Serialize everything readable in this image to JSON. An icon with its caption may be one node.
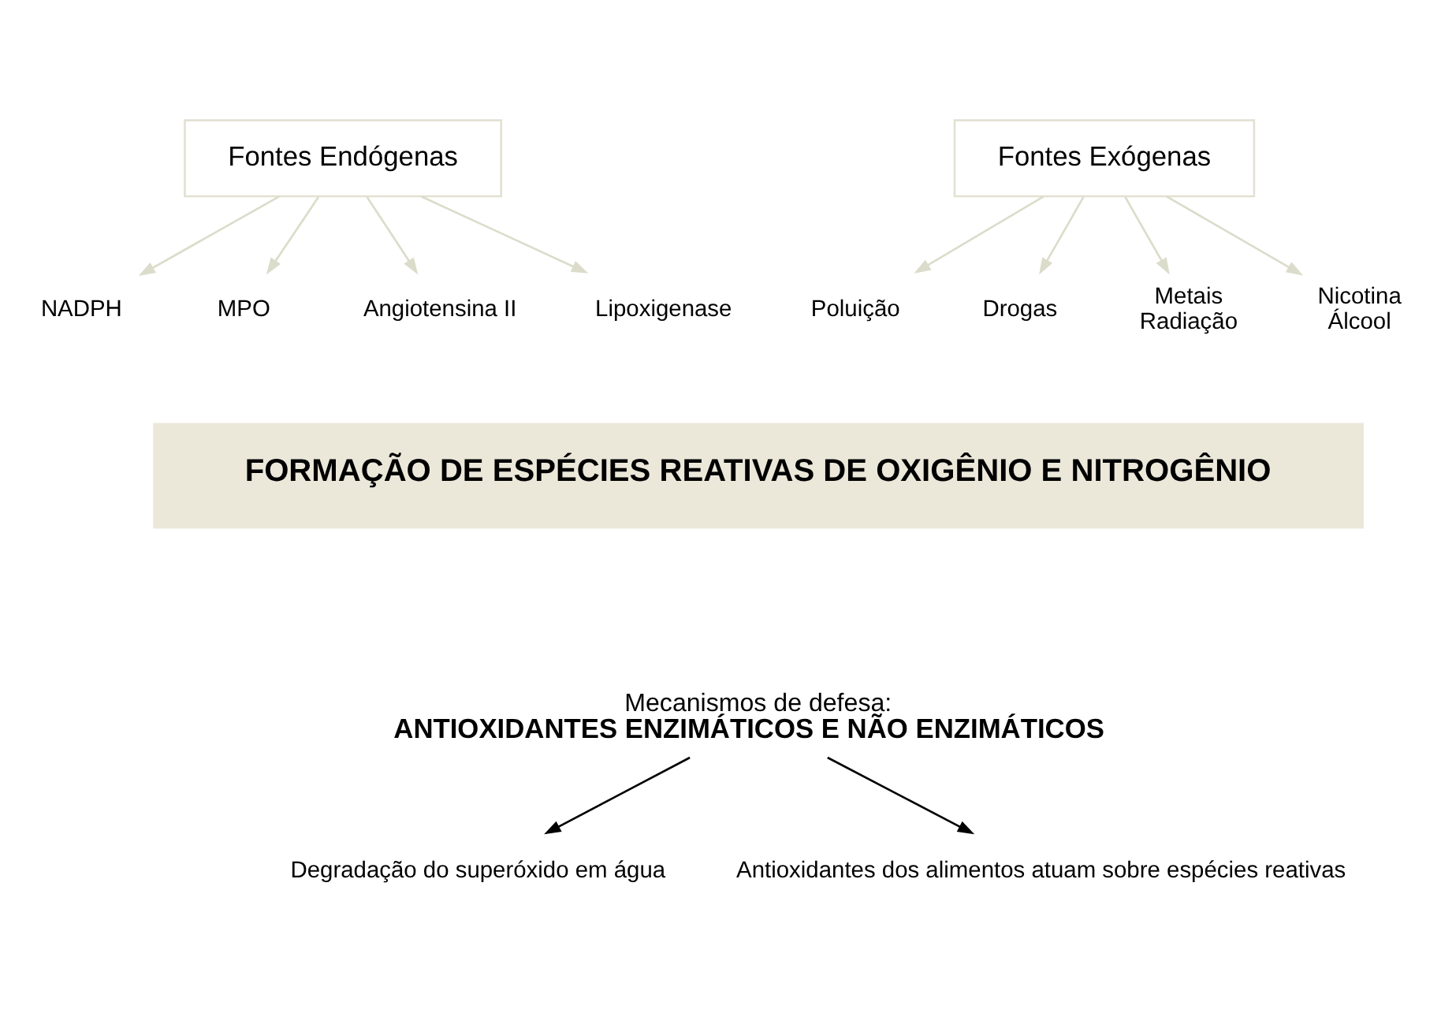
{
  "diagram": {
    "nodes": [
      {
        "text": [
          "Fontes Endógenas"
        ]
      },
      {
        "text": [
          "NADPH"
        ]
      },
      {
        "text": [
          "MPO"
        ]
      },
      {
        "text": [
          "Angiotensina II"
        ]
      },
      {
        "text": [
          "Lipoxigenase"
        ]
      },
      {
        "text": [
          "Fontes Exógenas"
        ]
      },
      {
        "text": [
          "Poluição"
        ]
      },
      {
        "text": [
          "Drogas"
        ]
      },
      {
        "text": [
          "Metais Radiação"
        ]
      },
      {
        "text": [
          "Nicotina Álcool"
        ]
      },
      {
        "text": [
          "FORMAÇÃO DE ESPÉCIES REATIVAS DE OXIGÊNIO E NITROGÊNIO"
        ]
      },
      {
        "text": [
          "Mecanismos de defesa:",
          "ANTIOXIDANTES ENZIMÁTICOS E NÃO ENZIMÁTICOS"
        ]
      },
      {
        "text": [
          "Degradação do superóxido em água"
        ]
      },
      {
        "text": [
          "Antioxidantes dos alimentos atuam sobre espécies reativas"
        ]
      }
    ],
    "edges": [
      {
        "from": 0,
        "to": 1,
        "arrow": "to"
      },
      {
        "from": 0,
        "to": 2,
        "arrow": "to"
      },
      {
        "from": 0,
        "to": 3,
        "arrow": "to"
      },
      {
        "from": 0,
        "to": 4,
        "arrow": "to"
      },
      {
        "from": 5,
        "to": 6,
        "arrow": "to"
      },
      {
        "from": 5,
        "to": 7,
        "arrow": "to"
      },
      {
        "from": 5,
        "to": 8,
        "arrow": "to"
      },
      {
        "from": 5,
        "to": 9,
        "arrow": "to"
      },
      {
        "from": 11,
        "to": 12,
        "arrow": "to",
        "color": "#000000"
      },
      {
        "from": 11,
        "to": 13,
        "arrow": "to",
        "color": "#000000"
      }
    ]
  }
}
